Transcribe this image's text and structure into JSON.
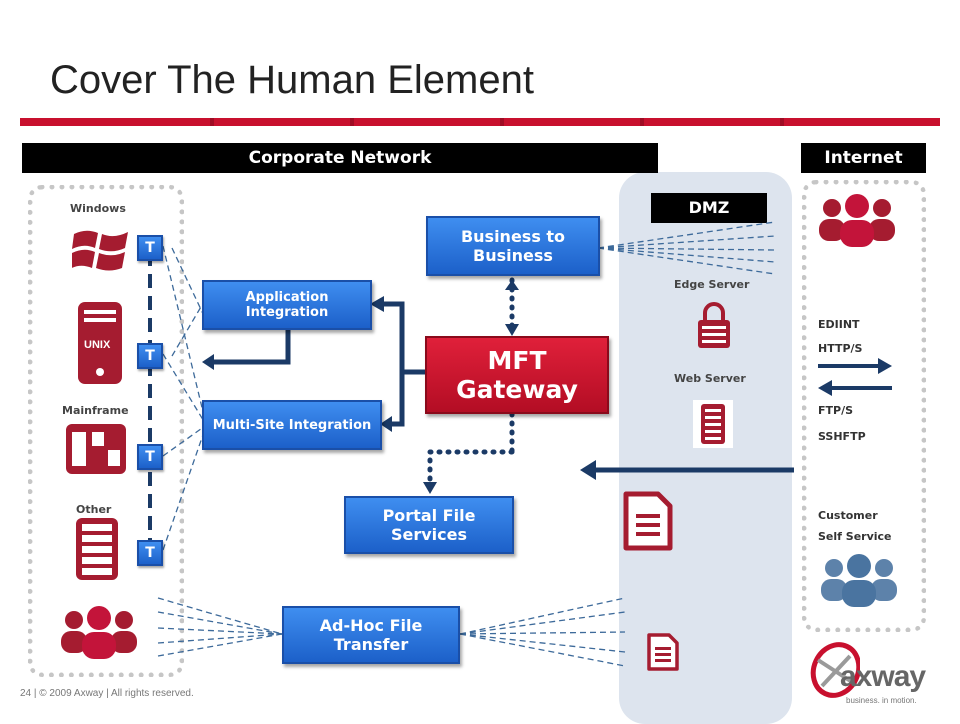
{
  "title": "Cover The Human Element",
  "headers": {
    "corporate": "Corporate Network",
    "internet": "Internet",
    "dmz": "DMZ"
  },
  "left_labels": {
    "windows": "Windows",
    "unix": "UNIX",
    "mainframe": "Mainframe",
    "other": "Other"
  },
  "t_label": "T",
  "boxes": {
    "b2b": "Business to Business",
    "app_integration": "Application Integration",
    "mft": "MFT Gateway",
    "multi_site": "Multi-Site Integration",
    "portal": "Portal File Services",
    "adhoc": "Ad-Hoc File Transfer"
  },
  "dmz_labels": {
    "edge": "Edge Server",
    "web": "Web Server"
  },
  "protocols": {
    "p1": "EDIINT",
    "p2": "HTTP/S",
    "p3": "FTP/S",
    "p4": "SSHFTP"
  },
  "customer": {
    "line1": "Customer",
    "line2": "Self Service"
  },
  "footer": "24 |   © 2009 Axway | All rights reserved.",
  "logo": {
    "name": "axway",
    "tagline": "business. in motion."
  },
  "colors": {
    "accent_red": "#c8102e",
    "blue": "#2a6fdb",
    "navy": "#1b3a66",
    "grey_blue": "#3d6a9a"
  }
}
